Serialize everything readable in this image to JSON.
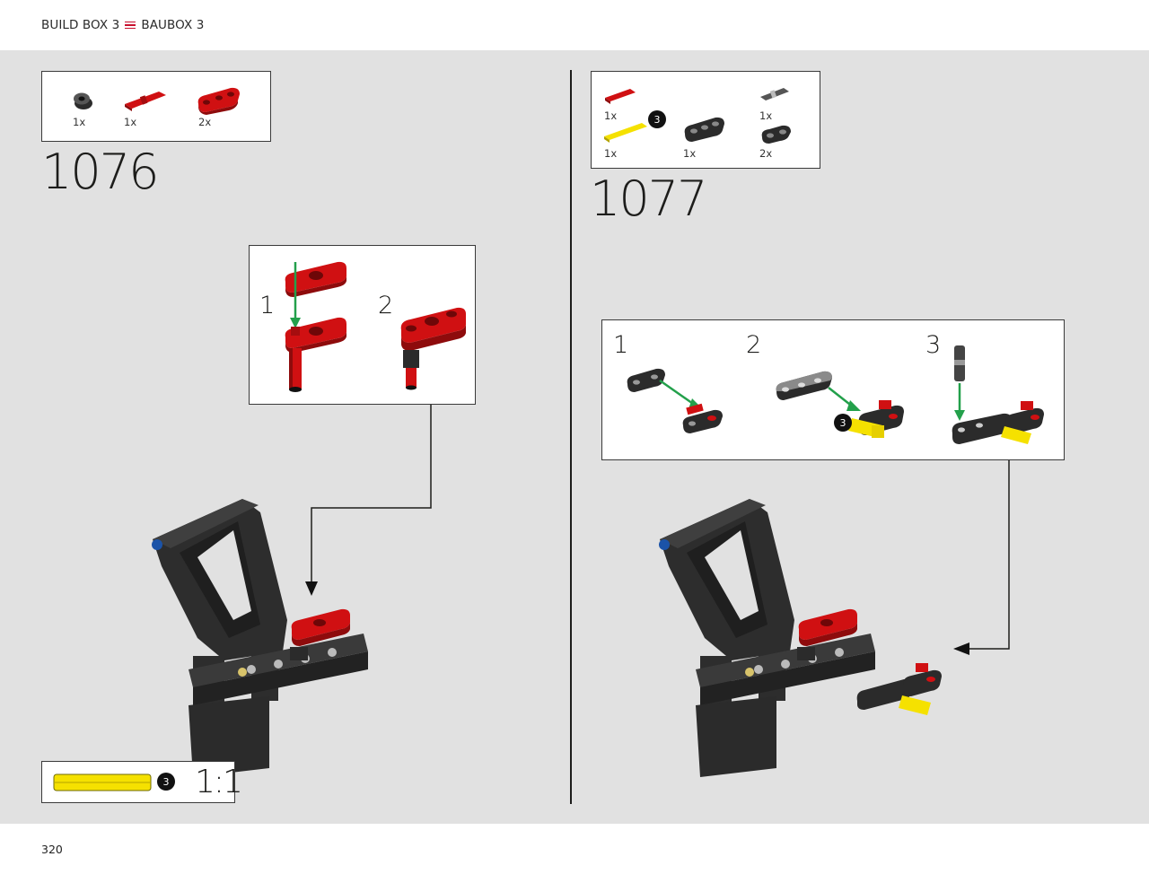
{
  "header": {
    "left_label": "BUILD BOX 3",
    "right_label": "BAUBOX 3",
    "menu_icon": "menu-icon"
  },
  "footer": {
    "page_number": "320"
  },
  "colors": {
    "page_bg": "#e1e1e1",
    "brick_red": "#d01012",
    "brick_black": "#2b2b2b",
    "brick_yellow": "#f5e100",
    "arrow_green": "#23a04b",
    "accent_red": "#c8102e"
  },
  "step1076": {
    "number": "1076",
    "parts": [
      {
        "name": "black-bush",
        "qty": "1x"
      },
      {
        "name": "red-axle-pin",
        "qty": "1x"
      },
      {
        "name": "red-liftarm",
        "qty": "2x"
      }
    ],
    "substeps": [
      "1",
      "2"
    ],
    "scale_badge": "3",
    "scale_label": "1:1"
  },
  "step1077": {
    "number": "1077",
    "parts": [
      {
        "name": "red-axle-connector",
        "qty": "1x"
      },
      {
        "name": "yellow-axle-3",
        "qty": "1x",
        "badge": "3"
      },
      {
        "name": "black-liftarm-3",
        "qty": "1x"
      },
      {
        "name": "grey-pin",
        "qty": "1x"
      },
      {
        "name": "black-liftarm-2",
        "qty": "2x"
      }
    ],
    "substeps": [
      "1",
      "2",
      "3"
    ],
    "callout_badge": "3"
  }
}
